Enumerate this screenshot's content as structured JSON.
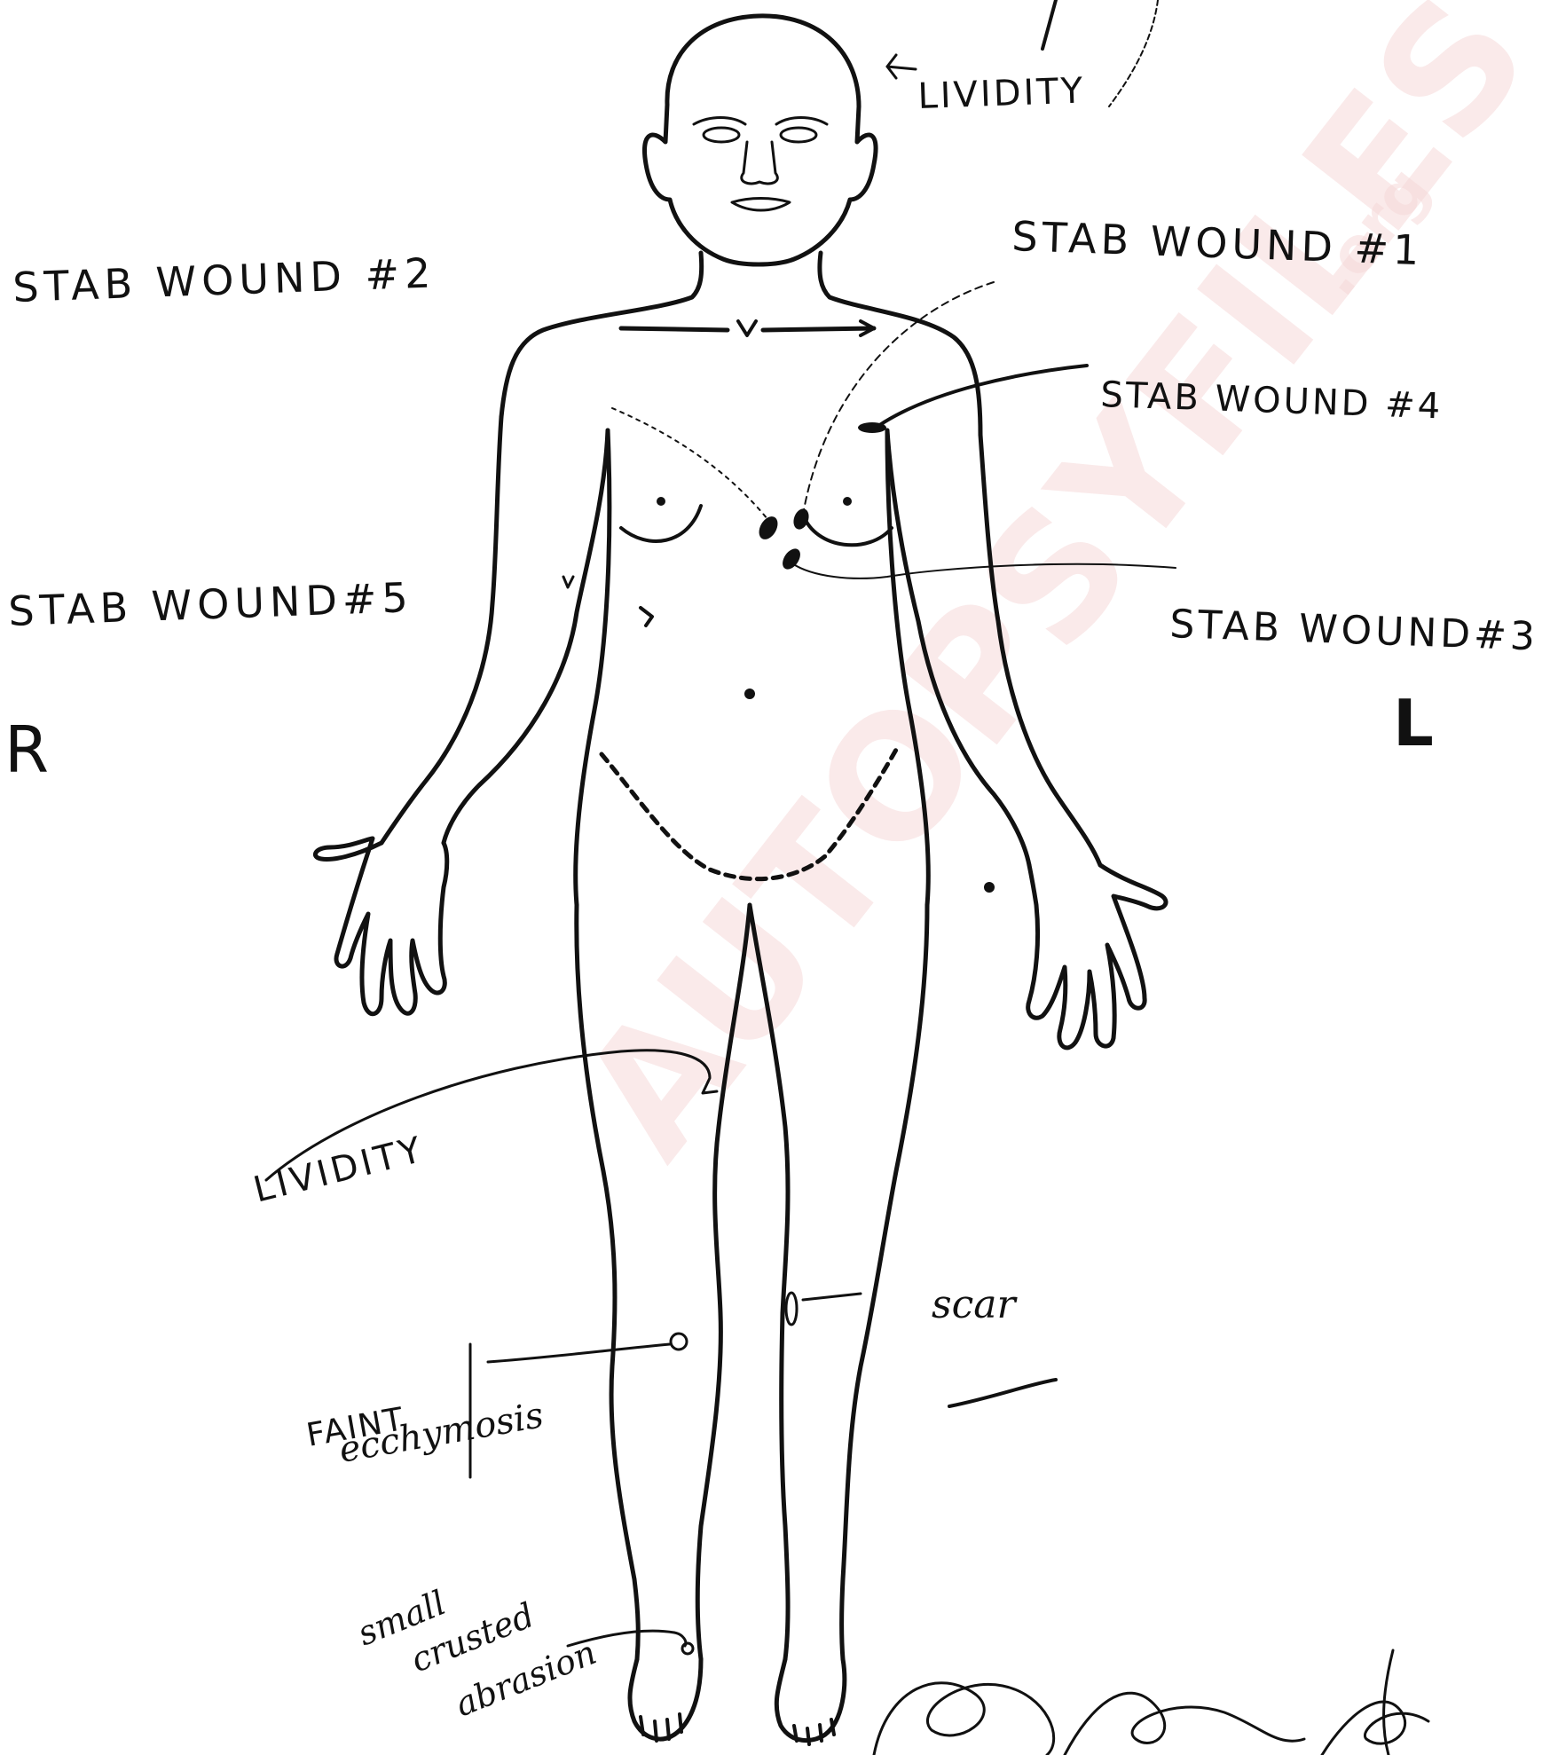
{
  "annotations": {
    "stab_wound_1": "STAB WOUND #1",
    "stab_wound_2": "STAB WOUND #2",
    "stab_wound_3": "STAB WOUND#3",
    "stab_wound_4": "STAB WOUND #4",
    "stab_wound_5": "STAB WOUND#5",
    "lividity_top": "LIVIDITY",
    "lividity_leg": "LIVIDITY",
    "scar": "scar",
    "faint_ecchymosis_line1": "FAINT",
    "faint_ecchymosis_line2": "ecchymosis",
    "abrasion_line1": "small",
    "abrasion_line2": "crusted",
    "abrasion_line3": "abrasion"
  },
  "side_labels": {
    "right": "R",
    "left": "L"
  },
  "watermark": {
    "text": "AUTOPSYFILES",
    "suffix": ".org"
  },
  "colors": {
    "ink": "#111111",
    "watermark": "#f6d9d9"
  }
}
